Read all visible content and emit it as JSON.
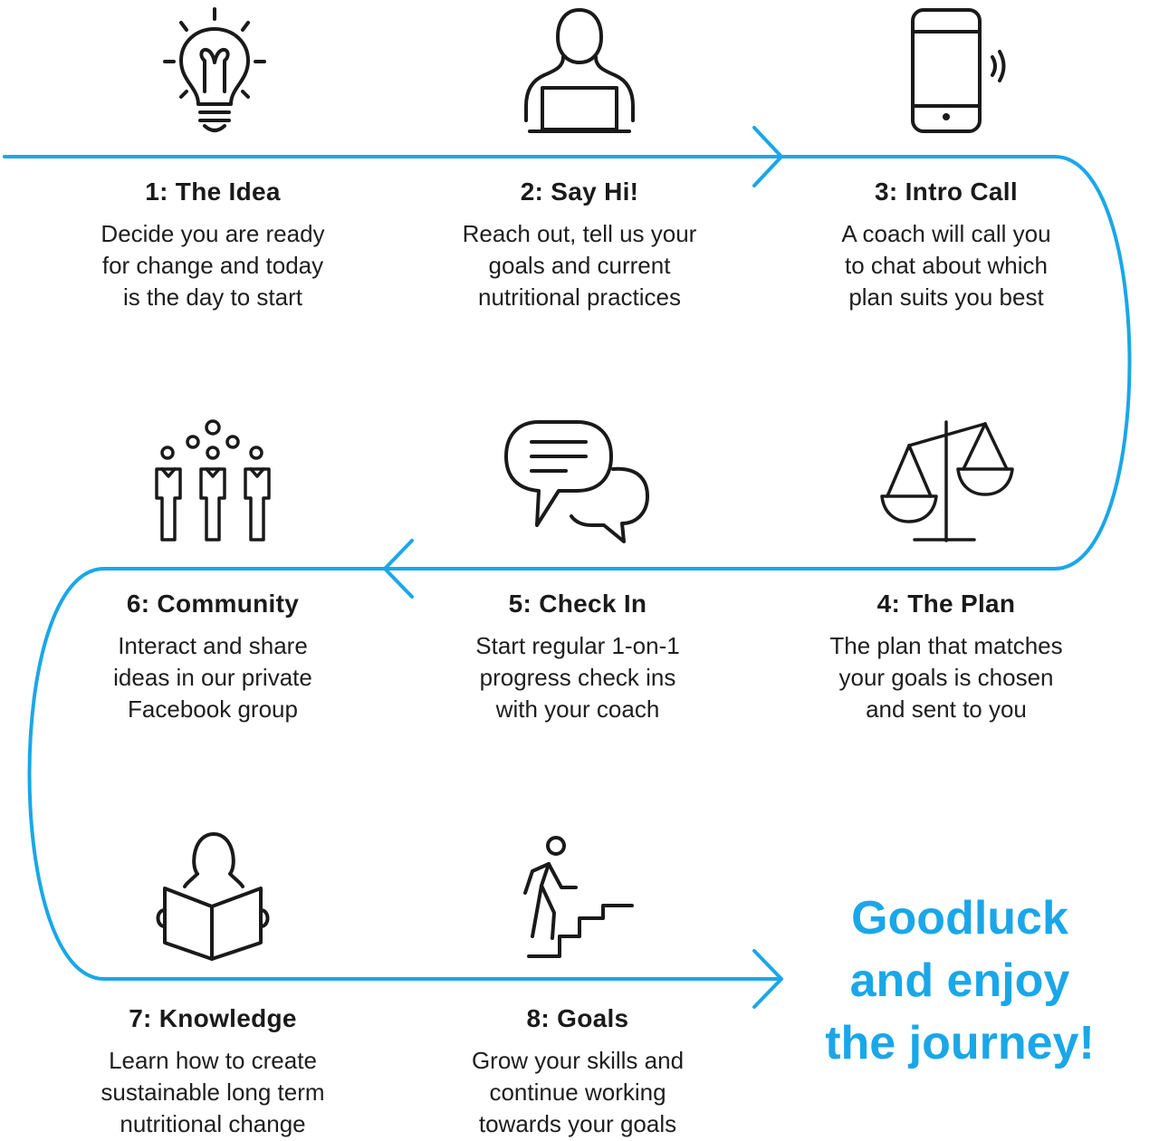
{
  "colors": {
    "accent": "#1aa7e8",
    "ink": "#1a1a1a"
  },
  "steps": [
    {
      "title": "1: The Idea",
      "icon": "lightbulb-icon",
      "lines": [
        "Decide you are ready",
        "for change and today",
        "is the day to start"
      ]
    },
    {
      "title": "2: Say Hi!",
      "icon": "person-laptop-icon",
      "lines": [
        "Reach out, tell us your",
        "goals and current",
        "nutritional practices"
      ]
    },
    {
      "title": "3: Intro Call",
      "icon": "phone-icon",
      "lines": [
        "A coach will call you",
        "to chat about which",
        "plan suits you best"
      ]
    },
    {
      "title": "4: The Plan",
      "icon": "scales-icon",
      "lines": [
        "The plan that matches",
        "your goals is chosen",
        "and sent to you"
      ]
    },
    {
      "title": "5: Check In",
      "icon": "chat-bubbles-icon",
      "lines": [
        "Start regular 1-on-1",
        "progress check ins",
        "with your coach"
      ]
    },
    {
      "title": "6: Community",
      "icon": "group-people-icon",
      "lines": [
        "Interact and share",
        "ideas in our private",
        "Facebook group"
      ]
    },
    {
      "title": "7: Knowledge",
      "icon": "reading-person-icon",
      "lines": [
        "Learn how to create",
        "sustainable long term",
        "nutritional change"
      ]
    },
    {
      "title": "8: Goals",
      "icon": "climbing-stairs-icon",
      "lines": [
        "Grow your skills and",
        "continue working",
        "towards your goals"
      ]
    }
  ],
  "closing": {
    "lines": [
      "Goodluck",
      "and enjoy",
      "the journey!"
    ]
  }
}
